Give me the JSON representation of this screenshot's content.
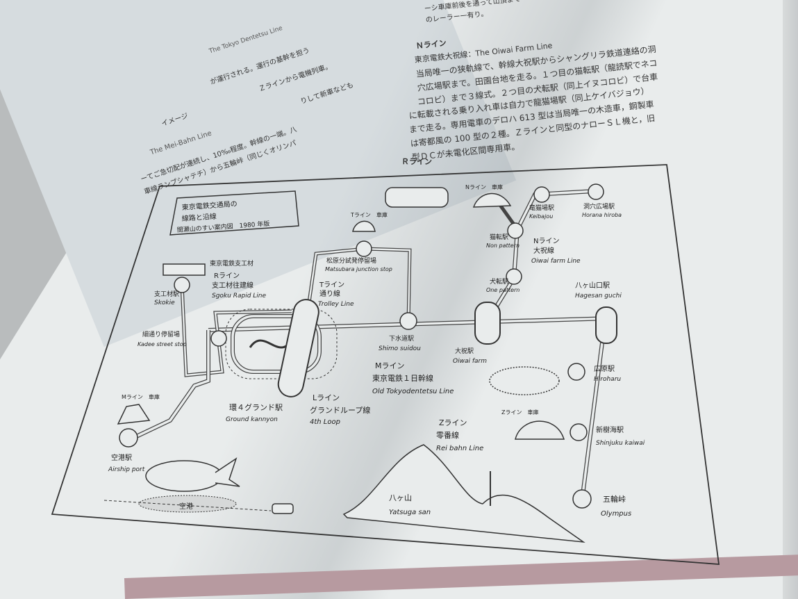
{
  "left_page": {
    "heading": "The Mei-Bahn Line",
    "lines": [
      "ーてご急切配が連続し、10‰程度。幹線の一端。八",
      "車線ランプシャテチ）から五輪峠（同じくオリンパ"
    ],
    "upper_heading": "The Tokyo Dentetsu Line",
    "upper_lines": [
      "が運行される。運行の基幹を担う",
      "Ｚラインから電機列車。",
      "りして新車なども",
      "イメージ"
    ]
  },
  "right_page": {
    "top_lines": [
      "ーシ車庫前後を通って山頂まで",
      "のレーラー一有り。"
    ],
    "section_heading": "Ｎライン",
    "paragraph": [
      "東京電鉄大祝線：The Oiwai Farm Line",
      "当局唯一の狭軌線で、幹線大祝駅からシャングリラ鉄道連絡の洞",
      "穴広場駅まで。田園台地を走る。１つ目の猫転駅（龍読駅でネコ",
      "コロビ）まで３線式。２つ目の犬転駅（同上イヌコロビ）で台車",
      "に転載される乗り入れ車は自力で龍猫場駅（同上ケイバジョウ）",
      "まで走る。専用電車のデロハ 613 型は当局唯一の木造車，鋼製車",
      "は寄都風の 100 型の２種。Ｚラインと同型のナローＳＬ機と，旧",
      "型ＤＣが未電化区間専用車。"
    ],
    "figure_caption": "Ｒライン"
  },
  "map": {
    "legend": [
      "東京電鉄交通局の",
      "線路と沿線",
      "間瀬山のすい案内図　1980 年版"
    ],
    "labels": {
      "factory": "東京電鉄支工材",
      "skokie_jp": "支工材駅",
      "skokie_en": "Skokie",
      "rline_jp": "Rライン",
      "rline_jp2": "支工材往建線",
      "rline_en": "Sgoku Rapid Line",
      "tline_depot": "Tライン　車庫",
      "matsubara_jp": "松原分試発停留場",
      "matsubara_en": "Matsubara junction stop",
      "tline_jp": "Tライン",
      "tline_jp2": "通り線",
      "tline_en": "Trolley Line",
      "kadee_jp": "細通り停留場",
      "kadee_en": "Kadee street stop",
      "shimo_jp": "下水道駅",
      "shimo_en": "Shimo suidou",
      "nline_depot": "Nライン　車庫",
      "keiba_jp": "竜猫場駅",
      "keiba_en": "Keibajou",
      "horana_jp": "洞穴広場駅",
      "horana_en": "Horana hiroba",
      "non_jp": "猫転駅",
      "non_en": "Non pattern",
      "nline_jp": "Nライン",
      "nline_jp2": "大祝線",
      "nline_en": "Oiwai farm Line",
      "one_jp": "犬転駅",
      "one_en": "One pattern",
      "hage_jp": "八ヶ山口駅",
      "hage_en": "Hagesan guchi",
      "oiwai_jp": "大祝駅",
      "oiwai_en": "Oiwai farm",
      "mline_jp": "Mライン",
      "mline_jp2": "東京電鉄１日幹線",
      "mline_en": "Old Tokyodentetsu Line",
      "hiro_jp": "広原駅",
      "hiro_en": "Hiroharu",
      "mline_depot": "Mライン　車庫",
      "ground_jp": "環４グランド駅",
      "ground_en": "Ground kannyon",
      "lline_jp": "Lライン",
      "lline_jp2": "グランドループ線",
      "lline_en": "4th Loop",
      "zline_depot": "Zライン　車庫",
      "zline_jp": "Zライン",
      "zline_jp2": "零番線",
      "zline_en": "Rei bahn Line",
      "shinju_jp": "新樹海駅",
      "shinju_en": "Shinjuku kaiwai",
      "air_jp": "空港駅",
      "air_en": "Airship port",
      "airport": "空港",
      "mount_jp": "八ヶ山",
      "mount_en": "Yatsuga san",
      "oly_jp": "五輪峠",
      "oly_en": "Olympus"
    }
  }
}
